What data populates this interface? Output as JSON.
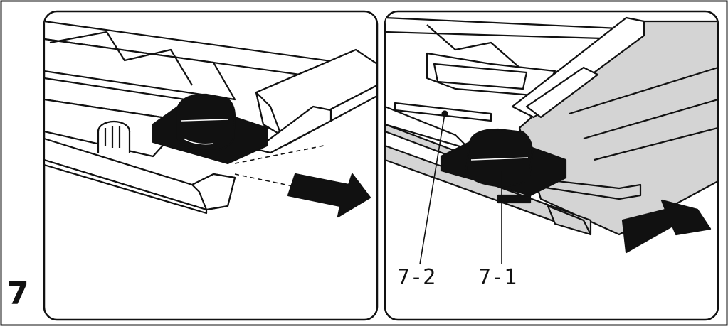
{
  "step": {
    "number": "7"
  },
  "panels": {
    "left": {
      "description_icon": "lever-removal-icon"
    },
    "right": {
      "callouts": [
        {
          "label": "7-2"
        },
        {
          "label": "7-1"
        }
      ]
    }
  },
  "colors": {
    "stroke": "#111111",
    "rail_fill": "#d4d4d4",
    "knob_fill": "#111111",
    "panel_border": "#111111"
  }
}
